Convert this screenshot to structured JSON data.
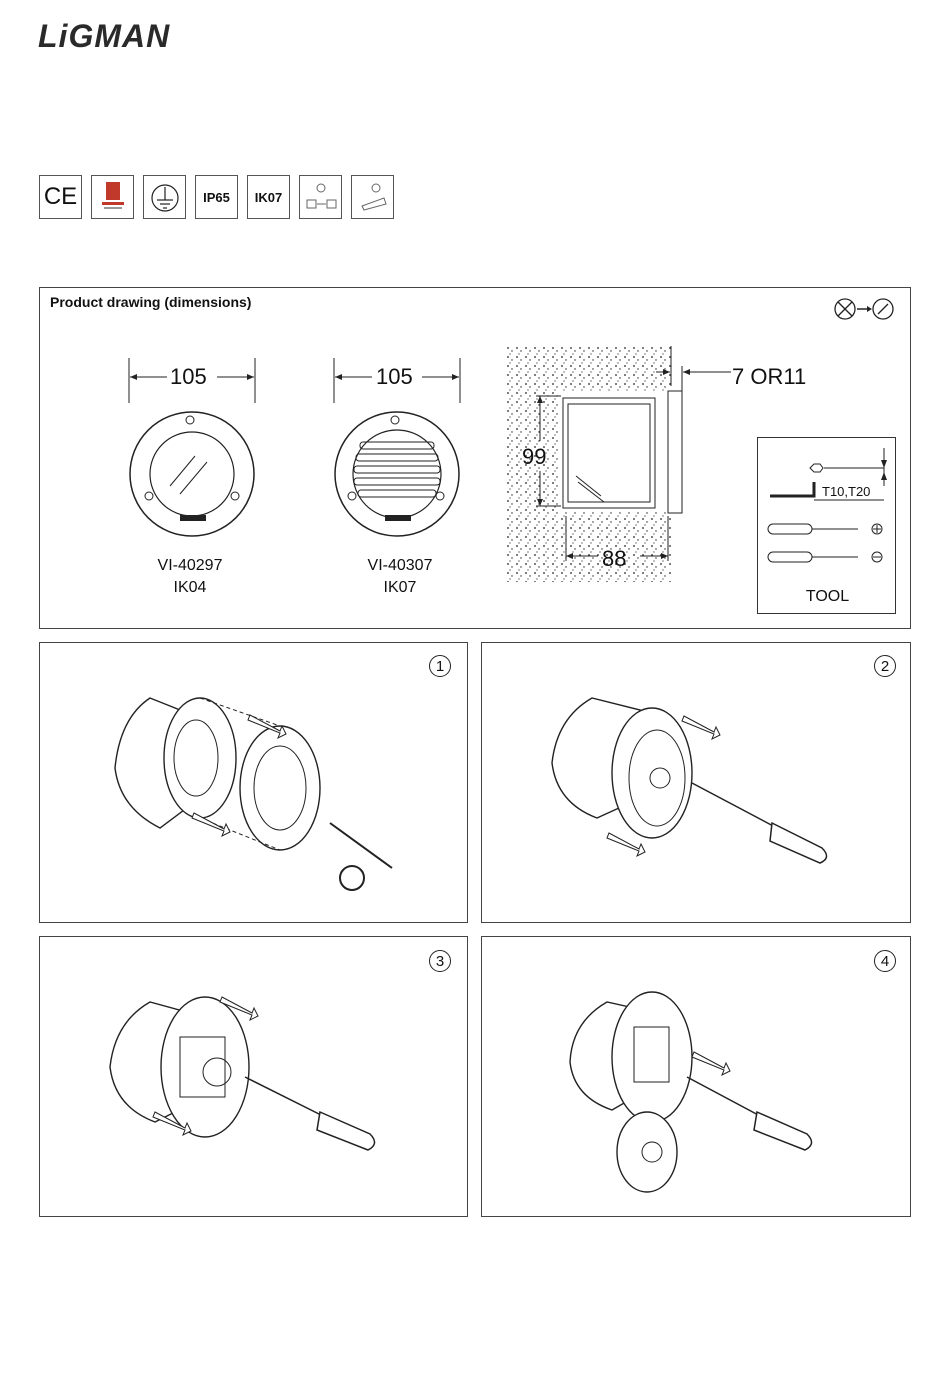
{
  "brand": {
    "logo_text": "LiGMAN"
  },
  "certifications": [
    {
      "name": "ce-mark-icon",
      "text": "CE"
    },
    {
      "name": "quality-badge-icon",
      "text": ""
    },
    {
      "name": "earth-ground-icon",
      "text": ""
    },
    {
      "name": "ip-rating-badge",
      "text": "IP65"
    },
    {
      "name": "ik-rating-badge",
      "text": "IK07"
    },
    {
      "name": "installation-icon-a",
      "text": ""
    },
    {
      "name": "installation-icon-b",
      "text": ""
    }
  ],
  "drawing": {
    "title": "Product drawing (dimensions)",
    "width_left": "105",
    "width_right": "105",
    "model_left": "VI-40297",
    "rating_left": "IK04",
    "model_right": "VI-40307",
    "rating_right": "IK07",
    "depth_label": "7 OR11",
    "height_label": "99",
    "body_depth_label": "88",
    "tool_sizes": "T10,T20",
    "tool_title": "TOOL"
  },
  "steps": [
    {
      "number": "1"
    },
    {
      "number": "2"
    },
    {
      "number": "3"
    },
    {
      "number": "4"
    }
  ]
}
